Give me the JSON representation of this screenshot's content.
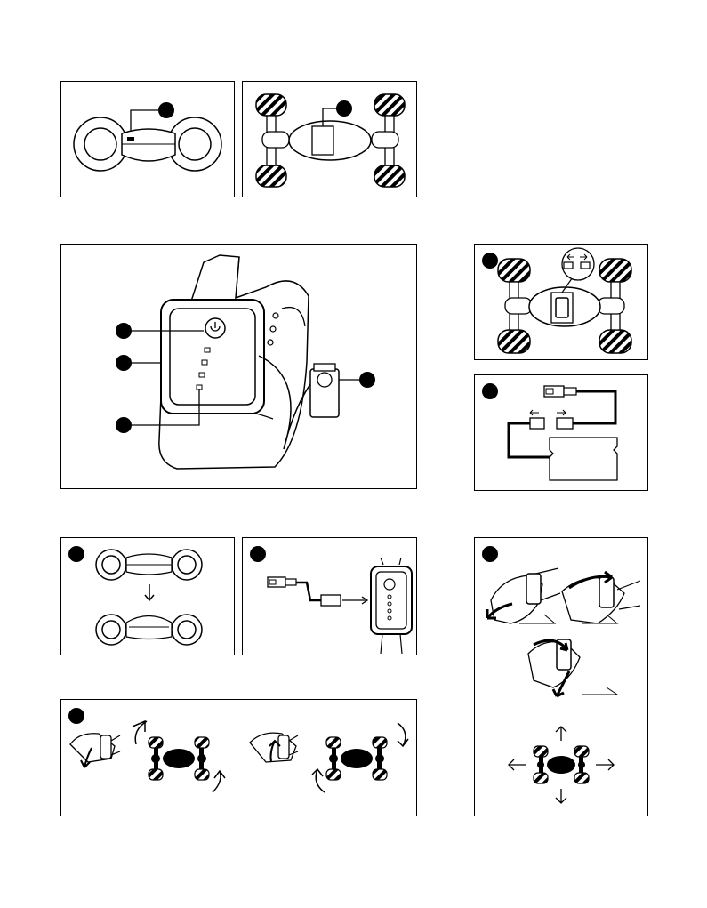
{
  "document": {
    "type": "instruction-manual-illustrations",
    "panels": [
      {
        "id": "battery-switch-car",
        "badge": ""
      },
      {
        "id": "battery-compartment-top",
        "badge": ""
      },
      {
        "id": "gesture-watch-overview",
        "badge": ""
      },
      {
        "id": "battery-plug-detail",
        "badge": ""
      },
      {
        "id": "charging-cable-car",
        "badge": ""
      },
      {
        "id": "car-flip",
        "badge": ""
      },
      {
        "id": "watch-charging",
        "badge": ""
      },
      {
        "id": "gesture-directions",
        "badge": ""
      },
      {
        "id": "wrist-spin",
        "badge": ""
      }
    ],
    "icons": [
      "wheel-icon",
      "watch-icon",
      "usb-plug-icon",
      "hand-icon",
      "arrow-icon",
      "battery-icon"
    ]
  }
}
